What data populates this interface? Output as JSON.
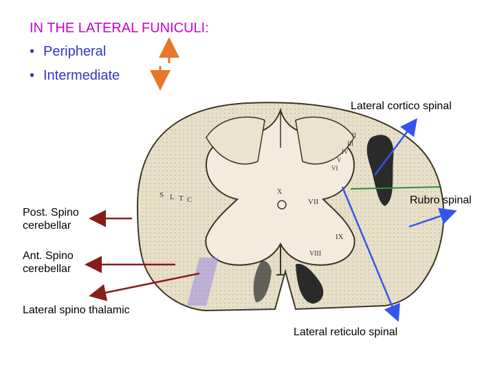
{
  "heading": "IN THE LATERAL FUNICULI:",
  "bullets": [
    {
      "marker": "•",
      "text": "Peripheral",
      "arrow": "up",
      "arrow_color": "#e8762a"
    },
    {
      "marker": "•",
      "text": "Intermediate",
      "arrow": "down",
      "arrow_color": "#e8762a"
    }
  ],
  "labels": {
    "lateral_cortico_spinal": "Lateral cortico spinal",
    "rubro_spinal": "Rubro spinal",
    "post_spino_cerebellar_1": "Post. Spino",
    "post_spino_cerebellar_2": "cerebellar",
    "ant_spino_cerebellar_1": "Ant. Spino",
    "ant_spino_cerebellar_2": "cerebellar",
    "lateral_spino_thalamic": "Lateral spino thalamic",
    "lateral_reticulo_spinal": "Lateral reticulo spinal"
  },
  "section_marks": {
    "lamina_vii": "VII",
    "lamina_ix": "IX",
    "lamina_viii": "VIII",
    "lamina_x": "X",
    "lamina_ii": "II",
    "lamina_iii": "III",
    "lamina_iv": "IV",
    "lamina_v": "V",
    "lamina_vi": "VI",
    "tract_s": "S",
    "tract_l": "L",
    "tract_t": "T",
    "tract_c": "C"
  },
  "colors": {
    "heading": "#cc00cc",
    "bullets": "#3333cc",
    "blue_arrows": "#3355ee",
    "dark_red_arrows": "#8b1a1a",
    "orange_arrows": "#e8762a",
    "cord_fill": "#e8dfc8",
    "grey_matter": "#f3ecdc",
    "tract_dark": "#2a2a2a"
  }
}
